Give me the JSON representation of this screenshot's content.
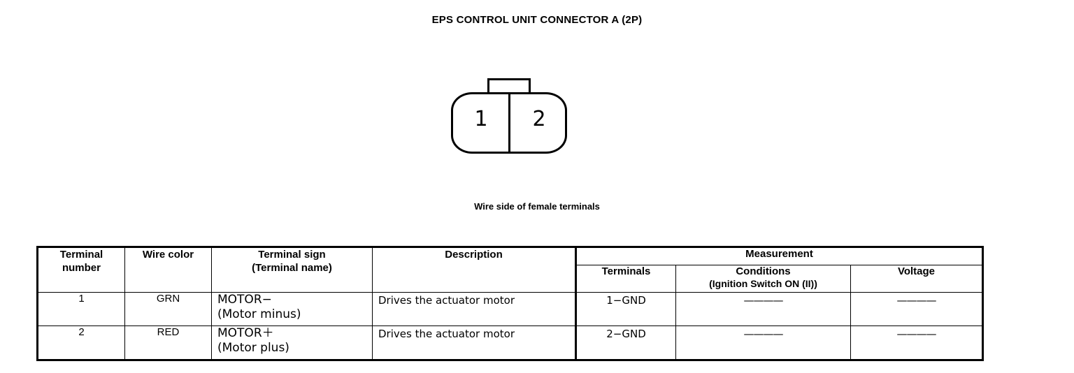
{
  "page": {
    "title": "EPS CONTROL UNIT CONNECTOR A (2P)",
    "figure_caption": "Wire side of female terminals"
  },
  "connector": {
    "name": "EPS control unit connector A",
    "pin_count": "2P",
    "pins": [
      {
        "label": "1"
      },
      {
        "label": "2"
      }
    ]
  },
  "table": {
    "headers": {
      "terminal_number_l1": "Terminal",
      "terminal_number_l2": "number",
      "wire_color": "Wire color",
      "terminal_sign_l1": "Terminal sign",
      "terminal_sign_l2": "(Terminal name)",
      "description": "Description",
      "measurement": "Measurement",
      "terminals": "Terminals",
      "conditions_l1": "Conditions",
      "conditions_l2": "(Ignition Switch ON (II))",
      "voltage": "Voltage"
    },
    "rows": [
      {
        "terminal_number": "1",
        "wire_color": "GRN",
        "terminal_sign_l1": "MOTOR−",
        "terminal_sign_l2": "(Motor minus)",
        "description": "Drives the actuator motor",
        "terminals": "1−GND",
        "conditions": "————",
        "voltage": "————"
      },
      {
        "terminal_number": "2",
        "wire_color": "RED",
        "terminal_sign_l1": "MOTOR＋",
        "terminal_sign_l2": "(Motor plus)",
        "description": "Drives the actuator motor",
        "terminals": "2−GND",
        "conditions": "————",
        "voltage": "————"
      }
    ]
  },
  "colors": {
    "ink": "#000000",
    "paper": "#ffffff"
  }
}
